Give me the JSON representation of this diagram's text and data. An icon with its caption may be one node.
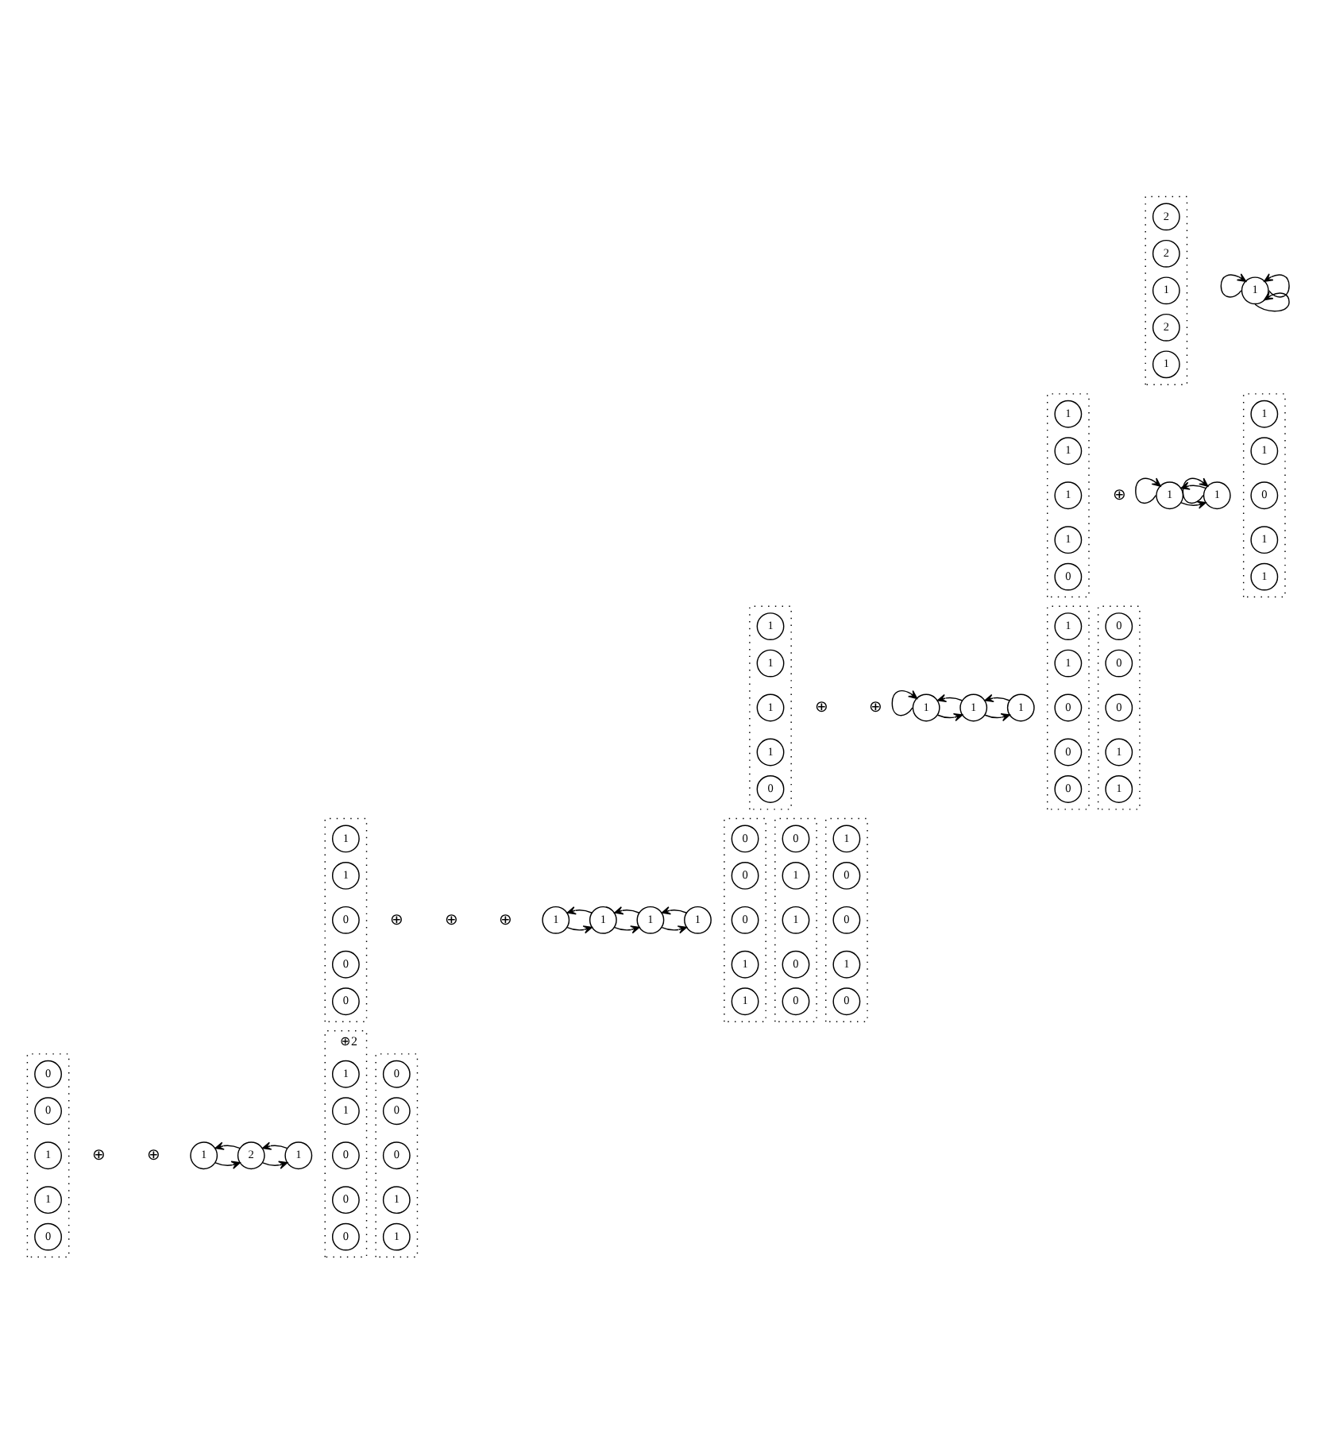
{
  "diagram": {
    "nodes": [
      {
        "text": [],
        "shape": "box"
      },
      {
        "text": [
          "2"
        ],
        "in": 0
      },
      {
        "text": [
          "2"
        ],
        "in": 0
      },
      {
        "text": [
          "1"
        ],
        "in": 0
      },
      {
        "text": [
          "2"
        ],
        "in": 0
      },
      {
        "text": [
          "1"
        ],
        "in": 0
      },
      {
        "text": [
          "1"
        ]
      },
      {
        "text": [],
        "shape": "box"
      },
      {
        "text": [
          "1"
        ],
        "in": 7
      },
      {
        "text": [
          "1"
        ],
        "in": 7
      },
      {
        "text": [
          "1"
        ],
        "in": 7
      },
      {
        "text": [
          "1"
        ],
        "in": 7
      },
      {
        "text": [
          "0"
        ],
        "in": 7
      },
      {
        "text": [],
        "shape": "box"
      },
      {
        "text": [
          "1"
        ],
        "in": 13
      },
      {
        "text": [
          "1"
        ],
        "in": 13
      },
      {
        "text": [
          "0"
        ],
        "in": 13
      },
      {
        "text": [
          "1"
        ],
        "in": 13
      },
      {
        "text": [
          "1"
        ],
        "in": 13
      },
      {
        "text": [
          "1"
        ]
      },
      {
        "text": [
          "1"
        ]
      },
      {
        "text": [],
        "shape": "box"
      },
      {
        "text": [
          "1"
        ],
        "in": 21
      },
      {
        "text": [
          "1"
        ],
        "in": 21
      },
      {
        "text": [
          "1"
        ],
        "in": 21
      },
      {
        "text": [
          "1"
        ],
        "in": 21
      },
      {
        "text": [
          "0"
        ],
        "in": 21
      },
      {
        "text": [],
        "shape": "box"
      },
      {
        "text": [
          "1"
        ],
        "in": 27
      },
      {
        "text": [
          "1"
        ],
        "in": 27
      },
      {
        "text": [
          "0"
        ],
        "in": 27
      },
      {
        "text": [
          "0"
        ],
        "in": 27
      },
      {
        "text": [
          "0"
        ],
        "in": 27
      },
      {
        "text": [],
        "shape": "box"
      },
      {
        "text": [
          "0"
        ],
        "in": 33
      },
      {
        "text": [
          "0"
        ],
        "in": 33
      },
      {
        "text": [
          "0"
        ],
        "in": 33
      },
      {
        "text": [
          "1"
        ],
        "in": 33
      },
      {
        "text": [
          "1"
        ],
        "in": 33
      },
      {
        "text": [
          "1"
        ]
      },
      {
        "text": [
          "1"
        ]
      },
      {
        "text": [
          "1"
        ]
      },
      {
        "text": [],
        "shape": "box"
      },
      {
        "text": [
          "1"
        ],
        "in": 42
      },
      {
        "text": [
          "1"
        ],
        "in": 42
      },
      {
        "text": [
          "0"
        ],
        "in": 42
      },
      {
        "text": [
          "0"
        ],
        "in": 42
      },
      {
        "text": [
          "0"
        ],
        "in": 42
      },
      {
        "text": [],
        "shape": "box"
      },
      {
        "text": [
          "0"
        ],
        "in": 48
      },
      {
        "text": [
          "0"
        ],
        "in": 48
      },
      {
        "text": [
          "0"
        ],
        "in": 48
      },
      {
        "text": [
          "1"
        ],
        "in": 48
      },
      {
        "text": [
          "1"
        ],
        "in": 48
      },
      {
        "text": [],
        "shape": "box"
      },
      {
        "text": [
          "0"
        ],
        "in": 54
      },
      {
        "text": [
          "1"
        ],
        "in": 54
      },
      {
        "text": [
          "1"
        ],
        "in": 54
      },
      {
        "text": [
          "0"
        ],
        "in": 54
      },
      {
        "text": [
          "0"
        ],
        "in": 54
      },
      {
        "text": [],
        "shape": "box"
      },
      {
        "text": [
          "1"
        ],
        "in": 60
      },
      {
        "text": [
          "0"
        ],
        "in": 60
      },
      {
        "text": [
          "0"
        ],
        "in": 60
      },
      {
        "text": [
          "1"
        ],
        "in": 60
      },
      {
        "text": [
          "0"
        ],
        "in": 60
      },
      {
        "text": [
          "1"
        ]
      },
      {
        "text": [
          "1"
        ]
      },
      {
        "text": [
          "1"
        ]
      },
      {
        "text": [
          "1"
        ]
      },
      {
        "text": [],
        "shape": "box"
      },
      {
        "text": [
          "0"
        ],
        "in": 70
      },
      {
        "text": [
          "0"
        ],
        "in": 70
      },
      {
        "text": [
          "1"
        ],
        "in": 70
      },
      {
        "text": [
          "1"
        ],
        "in": 70
      },
      {
        "text": [
          "0"
        ],
        "in": 70
      },
      {
        "text": [],
        "shape": "box",
        "beside": [
          "⊕2"
        ]
      },
      {
        "text": [
          "1"
        ],
        "in": 76
      },
      {
        "text": [
          "1"
        ],
        "in": 76
      },
      {
        "text": [
          "0"
        ],
        "in": 76
      },
      {
        "text": [
          "0"
        ],
        "in": 76
      },
      {
        "text": [
          "0"
        ],
        "in": 76
      },
      {
        "text": [],
        "shape": "box"
      },
      {
        "text": [
          "0"
        ],
        "in": 82
      },
      {
        "text": [
          "0"
        ],
        "in": 82
      },
      {
        "text": [
          "0"
        ],
        "in": 82
      },
      {
        "text": [
          "1"
        ],
        "in": 82
      },
      {
        "text": [
          "1"
        ],
        "in": 82
      },
      {
        "text": [
          "1"
        ]
      },
      {
        "text": [
          "2"
        ]
      },
      {
        "text": [
          "1"
        ]
      }
    ],
    "edges": [
      {
        "from": 6,
        "to": 6,
        "arrow": "to"
      },
      {
        "from": 6,
        "to": 6,
        "arrow": "to"
      },
      {
        "from": 6,
        "to": 6,
        "arrow": "to"
      },
      {
        "from": 19,
        "to": 19,
        "arrow": "to"
      },
      {
        "from": 19,
        "to": 20,
        "arrow": "to"
      },
      {
        "from": 20,
        "to": 19,
        "arrow": "to"
      },
      {
        "from": 20,
        "to": 20,
        "arrow": "to"
      },
      {
        "from": 39,
        "to": 39,
        "arrow": "to"
      },
      {
        "from": 39,
        "to": 40,
        "arrow": "to"
      },
      {
        "from": 40,
        "to": 39,
        "arrow": "to"
      },
      {
        "from": 40,
        "to": 41,
        "arrow": "to"
      },
      {
        "from": 41,
        "to": 40,
        "arrow": "to"
      },
      {
        "from": 66,
        "to": 67,
        "arrow": "to"
      },
      {
        "from": 67,
        "to": 66,
        "arrow": "to"
      },
      {
        "from": 67,
        "to": 68,
        "arrow": "to"
      },
      {
        "from": 68,
        "to": 67,
        "arrow": "to"
      },
      {
        "from": 68,
        "to": 69,
        "arrow": "to"
      },
      {
        "from": 69,
        "to": 68,
        "arrow": "to"
      },
      {
        "from": 88,
        "to": 89,
        "arrow": "to"
      },
      {
        "from": 89,
        "to": 88,
        "arrow": "to"
      },
      {
        "from": 89,
        "to": 90,
        "arrow": "to"
      },
      {
        "from": 90,
        "to": 89,
        "arrow": "to"
      }
    ],
    "labels": [
      "⊕",
      "⊕",
      "⊕",
      "⊕",
      "⊕",
      "⊕",
      "⊕",
      "⊕"
    ]
  }
}
